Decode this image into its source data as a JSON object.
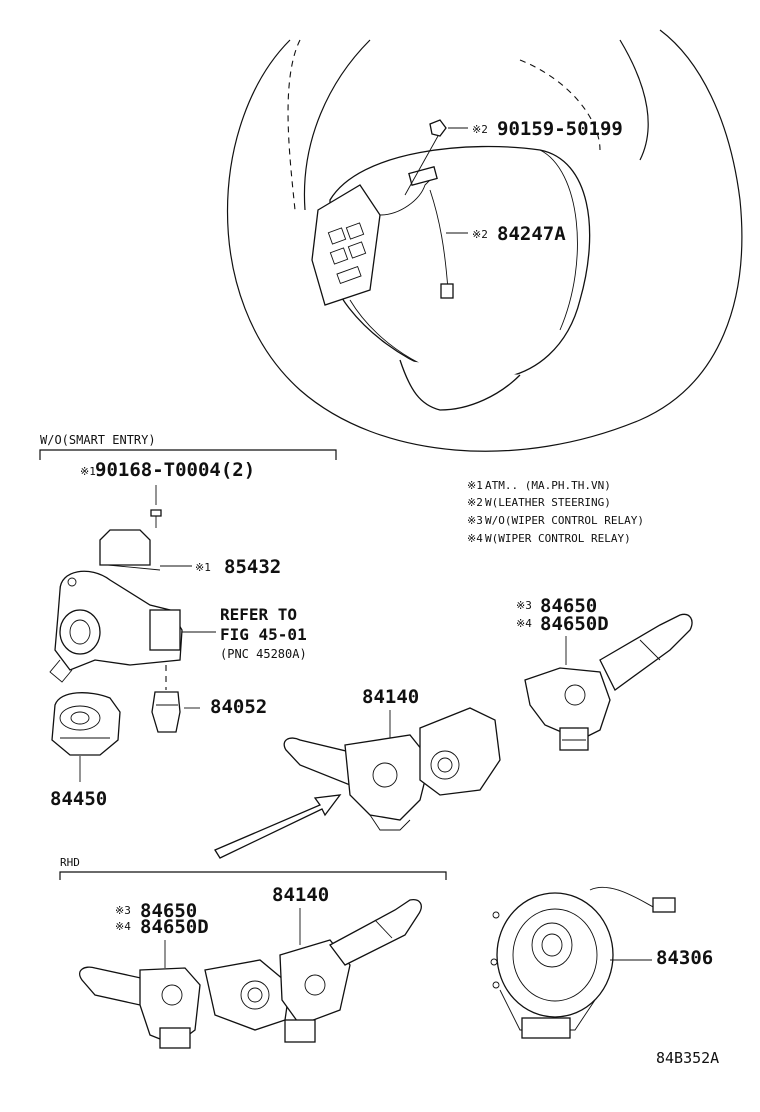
{
  "diagram_id": "84B352A",
  "steering_wheel": {
    "screw": {
      "mark": "※2",
      "part_number": "90159-50199"
    },
    "switch": {
      "mark": "※2",
      "part_number": "84247A"
    }
  },
  "smart_entry_group": {
    "title": "W/O(SMART ENTRY)",
    "screw": {
      "mark": "※1",
      "part_number": "90168-T0004(2)"
    },
    "lock_cylinder": {
      "mark": "※1",
      "part_number": "85432"
    },
    "refer": {
      "line1": "REFER TO",
      "line2": "FIG 45-01",
      "line3": "(PNC 45280A)"
    },
    "switch_small": {
      "part_number": "84052"
    },
    "ignition_switch": {
      "part_number": "84450"
    }
  },
  "notes": [
    {
      "mark": "※1",
      "text": "ATM.. (MA.PH.TH.VN)"
    },
    {
      "mark": "※2",
      "text": "W(LEATHER STEERING)"
    },
    {
      "mark": "※3",
      "text": "W/O(WIPER CONTROL RELAY)"
    },
    {
      "mark": "※4",
      "text": "W(WIPER CONTROL RELAY)"
    }
  ],
  "wiper_switch_top": {
    "line1": {
      "mark": "※3",
      "part_number": "84650"
    },
    "line2": {
      "mark": "※4",
      "part_number": "84650D"
    }
  },
  "combination_switch_top": {
    "part_number": "84140"
  },
  "rhd_group": {
    "title": "RHD",
    "wiper": {
      "line1": {
        "mark": "※3",
        "part_number": "84650"
      },
      "line2": {
        "mark": "※4",
        "part_number": "84650D"
      }
    },
    "combination_switch": {
      "part_number": "84140"
    }
  },
  "spiral_cable": {
    "part_number": "84306"
  }
}
